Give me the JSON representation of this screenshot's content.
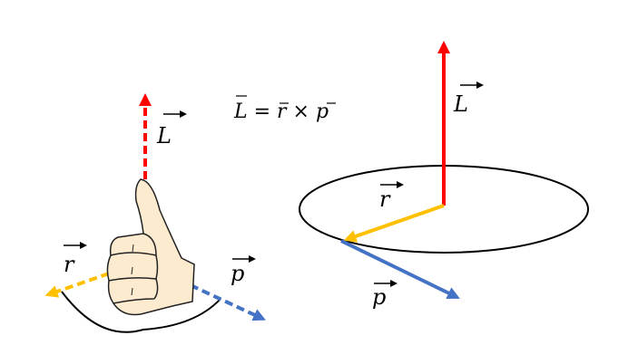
{
  "equation": "L = r × p",
  "left_diagram": {
    "L_label": "L",
    "r_label": "r",
    "p_label": "p"
  },
  "right_diagram": {
    "L_label": "L",
    "r_label": "r",
    "p_label": "p"
  },
  "colors": {
    "L": "#ff0000",
    "r": "#ffc000",
    "p": "#4472c4",
    "skin": "#fdebd0"
  }
}
